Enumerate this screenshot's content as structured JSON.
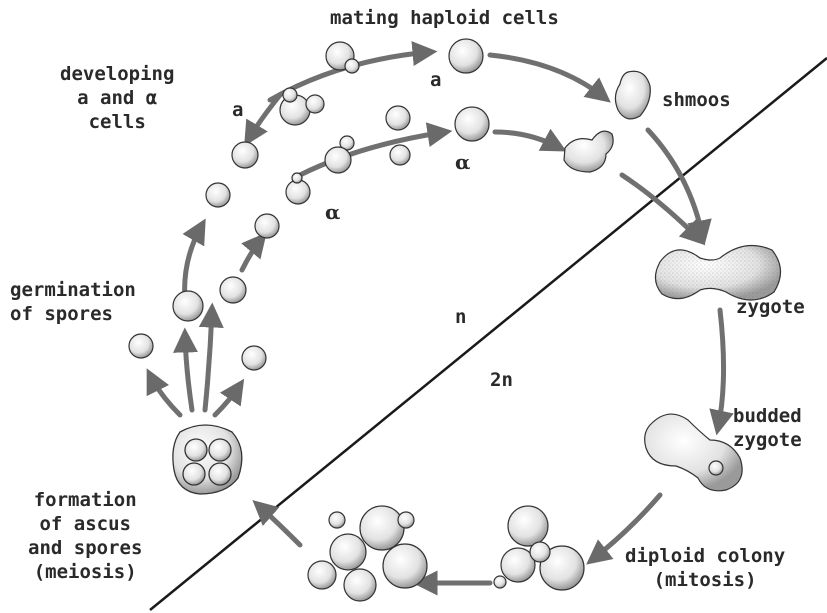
{
  "labels": {
    "mating": "mating haploid cells",
    "developing": [
      "developing",
      "a and α",
      "cells"
    ],
    "shmoos": "shmoos",
    "germination": [
      "germination",
      "of spores"
    ],
    "zygote": "zygote",
    "budded": [
      "budded",
      "zygote"
    ],
    "formation": [
      "formation",
      "of ascus",
      "and spores",
      "(meiosis)"
    ],
    "diploid": [
      "diploid colony",
      "(mitosis)"
    ],
    "ploidy_n": "n",
    "ploidy_2n": "2n",
    "mating_type_a_left": "a",
    "mating_type_a_top": "a",
    "mating_type_alpha_top": "α",
    "mating_type_alpha_inner": "α"
  },
  "colors": {
    "ink": "#2a2a2a",
    "cell_fill": "#eeeeee",
    "arrow": "#707070",
    "divider": "#1a1a1a"
  }
}
